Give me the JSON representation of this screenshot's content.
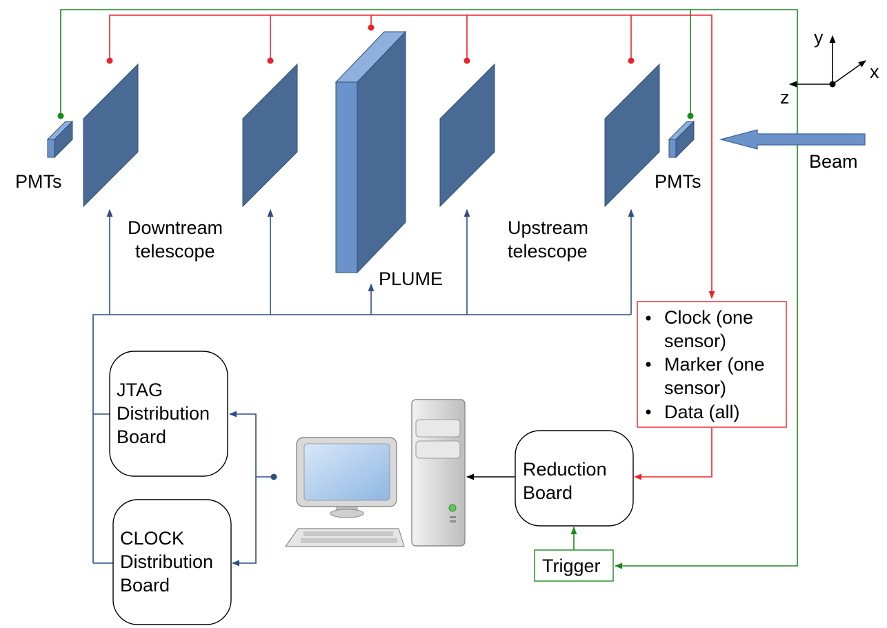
{
  "labels": {
    "pmts_left": "PMTs",
    "pmts_right": "PMTs",
    "downstream_line1": "Downtream",
    "downstream_line2": "telescope",
    "upstream_line1": "Upstream",
    "upstream_line2": "telescope",
    "plume": "PLUME",
    "beam": "Beam"
  },
  "axes": {
    "x": "x",
    "y": "y",
    "z": "z"
  },
  "signal_box": {
    "items": [
      {
        "line1": "Clock (one",
        "line2": "sensor)"
      },
      {
        "line1": "Marker (one",
        "line2": "sensor)"
      },
      {
        "line1": "Data (all)",
        "line2": ""
      }
    ]
  },
  "boards": {
    "jtag": [
      "JTAG",
      "Distribution",
      "Board"
    ],
    "clock": [
      "CLOCK",
      "Distribution",
      "Board"
    ],
    "reduction": [
      "Reduction",
      "Board"
    ]
  },
  "trigger": "Trigger",
  "colors": {
    "clock_wire": "#e8232b",
    "trigger_wire": "#1a8a1a",
    "control_wire": "#2e4e86",
    "sensor_plane": "#4a6a96",
    "beam_arrow": "#6b93c9"
  },
  "icons": [
    "computer-icon",
    "monitor-icon",
    "keyboard-icon",
    "tower-icon"
  ]
}
